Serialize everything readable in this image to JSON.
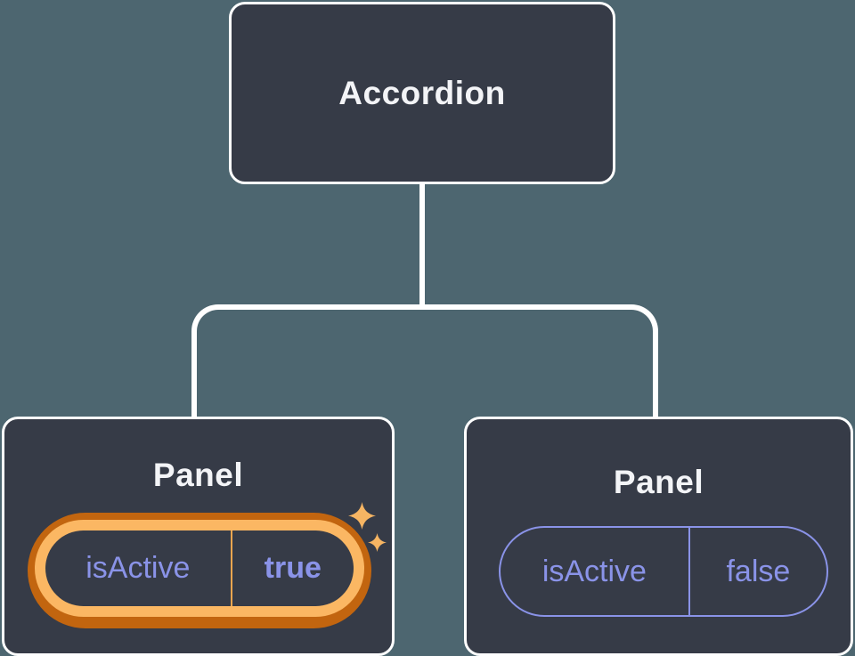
{
  "diagram": {
    "title_hint": "component-tree-with-state",
    "root": {
      "label": "Accordion"
    },
    "children": [
      {
        "label": "Panel",
        "state": {
          "key": "isActive",
          "value": "true"
        },
        "highlighted": true
      },
      {
        "label": "Panel",
        "state": {
          "key": "isActive",
          "value": "false"
        },
        "highlighted": false
      }
    ]
  },
  "icons": {
    "sparkle": "four-point-star"
  },
  "colors": {
    "background": "#4d6670",
    "node_fill": "#363b47",
    "node_border": "#ffffff",
    "text_primary": "#f3f4f7",
    "state_purple": "#8a93e8",
    "highlight_gold": "#fbb763",
    "highlight_dark_orange": "#c2650f",
    "highlight_divider": "#efa64f",
    "sparkle_gold": "#f6b563"
  }
}
